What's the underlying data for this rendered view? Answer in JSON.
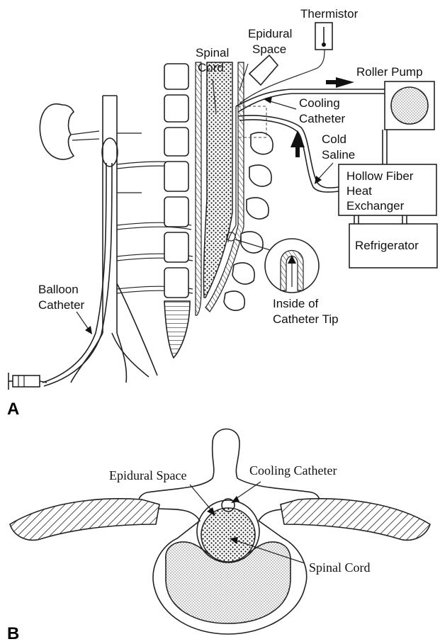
{
  "panels": {
    "a": {
      "letter": "A",
      "labels": {
        "thermistor": "Thermistor",
        "epidural_space_1": "Epidural",
        "epidural_space_2": "Space",
        "spinal_cord_1": "Spinal",
        "spinal_cord_2": "Cord",
        "roller_pump": "Roller Pump",
        "cooling_catheter_1": "Cooling",
        "cooling_catheter_2": "Catheter",
        "cold_saline_1": "Cold",
        "cold_saline_2": "Saline",
        "heat_exchanger_1": "Hollow Fiber",
        "heat_exchanger_2": "Heat",
        "heat_exchanger_3": "Exchanger",
        "refrigerator": "Refrigerator",
        "balloon_catheter_1": "Balloon",
        "balloon_catheter_2": "Catheter",
        "catheter_tip_1": "Inside of",
        "catheter_tip_2": "Catheter Tip"
      }
    },
    "b": {
      "letter": "B",
      "labels": {
        "epidural_space": "Epidural Space",
        "cooling_catheter": "Cooling Catheter",
        "spinal_cord": "Spinal Cord"
      }
    }
  }
}
